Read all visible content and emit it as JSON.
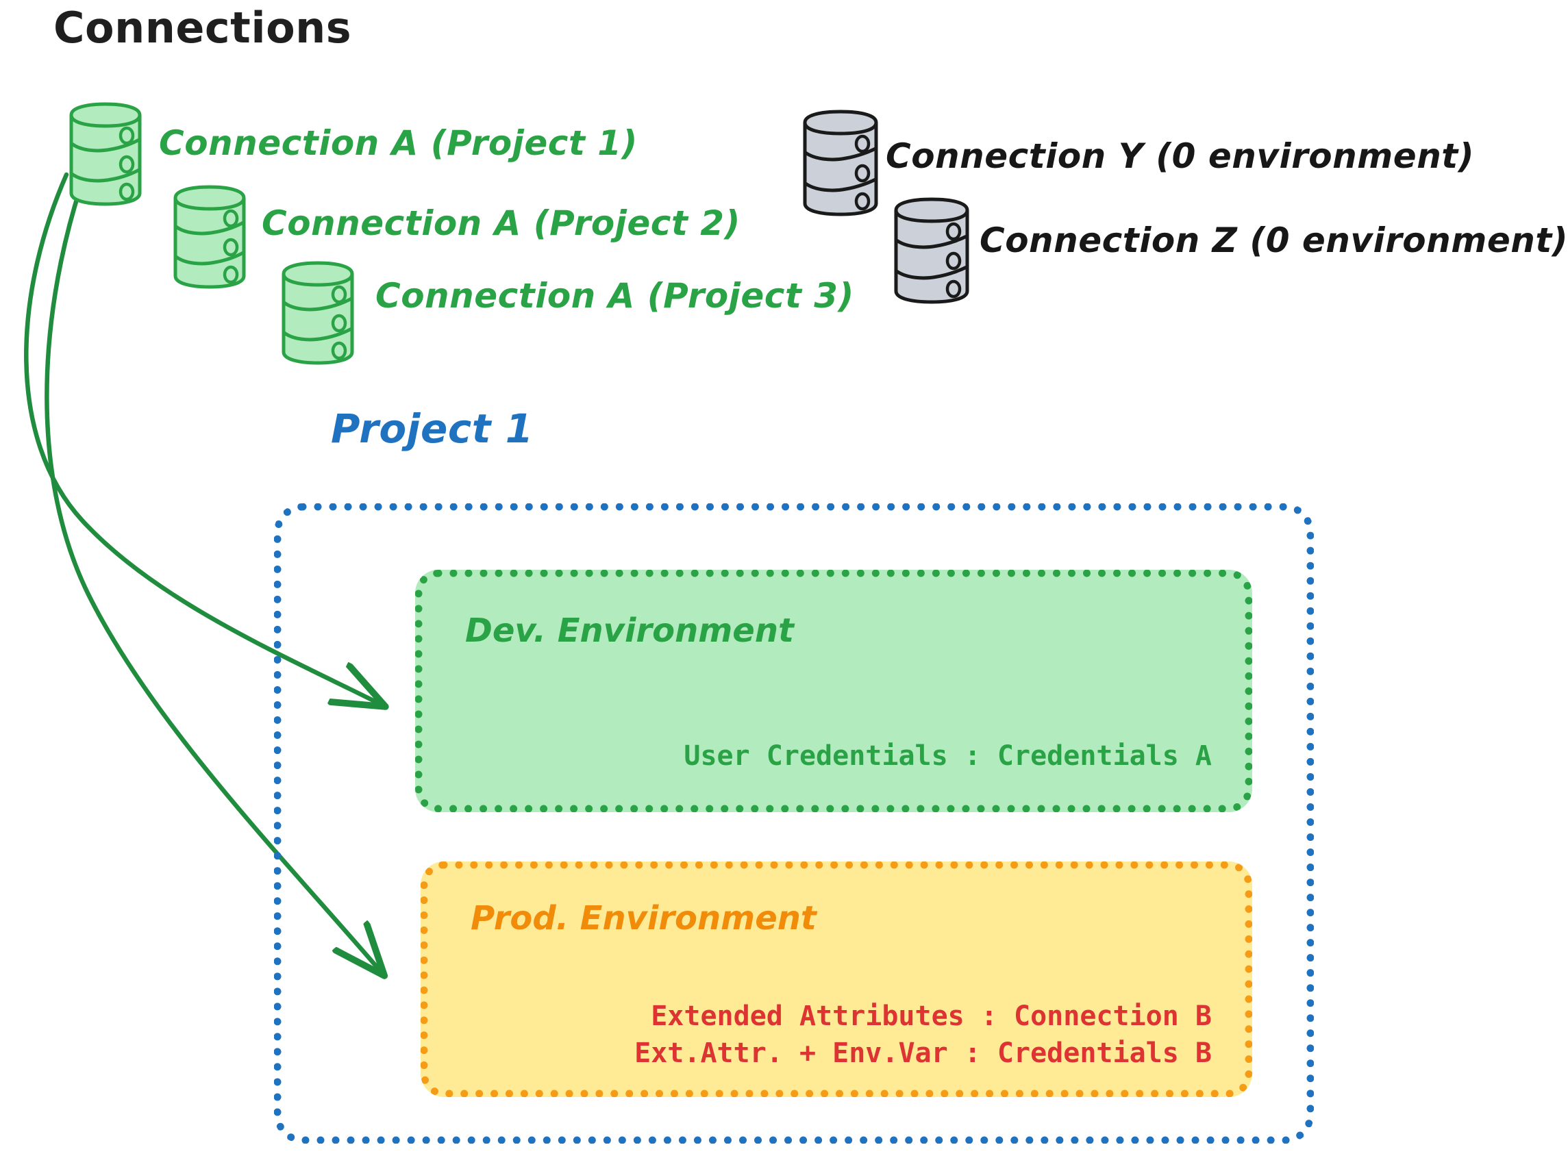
{
  "diagram": {
    "title": "Connections",
    "colors": {
      "green_stroke": "#2aa346",
      "green_fill": "#b2ebbd",
      "gray_fill": "#ccd1d9",
      "gray_stroke": "#1a1a1a",
      "blue": "#1f72c0",
      "orange": "#f59b15",
      "yellow_fill": "#ffeb95",
      "red": "#dd3333",
      "black": "#171717"
    }
  },
  "connections": {
    "heading": "Connections",
    "green_items": [
      {
        "label": "Connection A (Project 1)",
        "icon": "database-cylinder-icon",
        "color": "#2aa346"
      },
      {
        "label": "Connection A (Project 2)",
        "icon": "database-cylinder-icon",
        "color": "#2aa346"
      },
      {
        "label": "Connection A (Project 3)",
        "icon": "database-cylinder-icon",
        "color": "#2aa346"
      }
    ],
    "gray_items": [
      {
        "label": "Connection Y (0 environment)",
        "icon": "database-cylinder-icon",
        "color": "#171717"
      },
      {
        "label": "Connection Z (0 environment)",
        "icon": "database-cylinder-icon",
        "color": "#171717"
      }
    ]
  },
  "project": {
    "title": "Project 1",
    "environments": [
      {
        "name": "Dev. Environment",
        "accent": "#2aa346",
        "fill": "#b2ebbd",
        "lines": [
          "User Credentials : Credentials A"
        ]
      },
      {
        "name": "Prod. Environment",
        "accent": "#f08c0a",
        "fill": "#ffeb95",
        "lines": [
          "Extended Attributes : Connection B",
          "Ext.Attr. + Env.Var : Credentials B"
        ]
      }
    ]
  },
  "arrows": [
    {
      "from": "connection-a-project-1",
      "to": "dev-environment",
      "color": "#2aa346"
    },
    {
      "from": "connection-a-project-1",
      "to": "prod-environment",
      "color": "#2aa346"
    }
  ]
}
